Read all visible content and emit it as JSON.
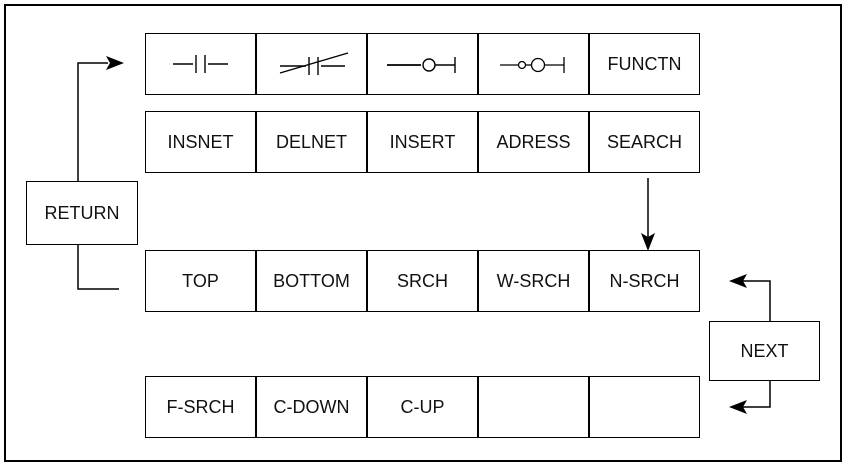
{
  "rows": [
    {
      "keys": [
        {
          "label": "",
          "symbol": "contact-no-icon"
        },
        {
          "label": "",
          "symbol": "contact-nc-icon"
        },
        {
          "label": "",
          "symbol": "coil-icon"
        },
        {
          "label": "",
          "symbol": "coil-small-icon"
        },
        {
          "label": "FUNCTN",
          "symbol": ""
        }
      ]
    },
    {
      "keys": [
        {
          "label": "INSNET"
        },
        {
          "label": "DELNET"
        },
        {
          "label": "INSERT"
        },
        {
          "label": "ADRESS"
        },
        {
          "label": "SEARCH"
        }
      ]
    },
    {
      "keys": [
        {
          "label": "TOP"
        },
        {
          "label": "BOTTOM"
        },
        {
          "label": "SRCH"
        },
        {
          "label": "W-SRCH"
        },
        {
          "label": "N-SRCH"
        }
      ]
    },
    {
      "keys": [
        {
          "label": "F-SRCH"
        },
        {
          "label": "C-DOWN"
        },
        {
          "label": "C-UP"
        },
        {
          "label": ""
        },
        {
          "label": ""
        }
      ]
    }
  ],
  "return_label": "RETURN",
  "next_label": "NEXT",
  "line_color": "#000000"
}
